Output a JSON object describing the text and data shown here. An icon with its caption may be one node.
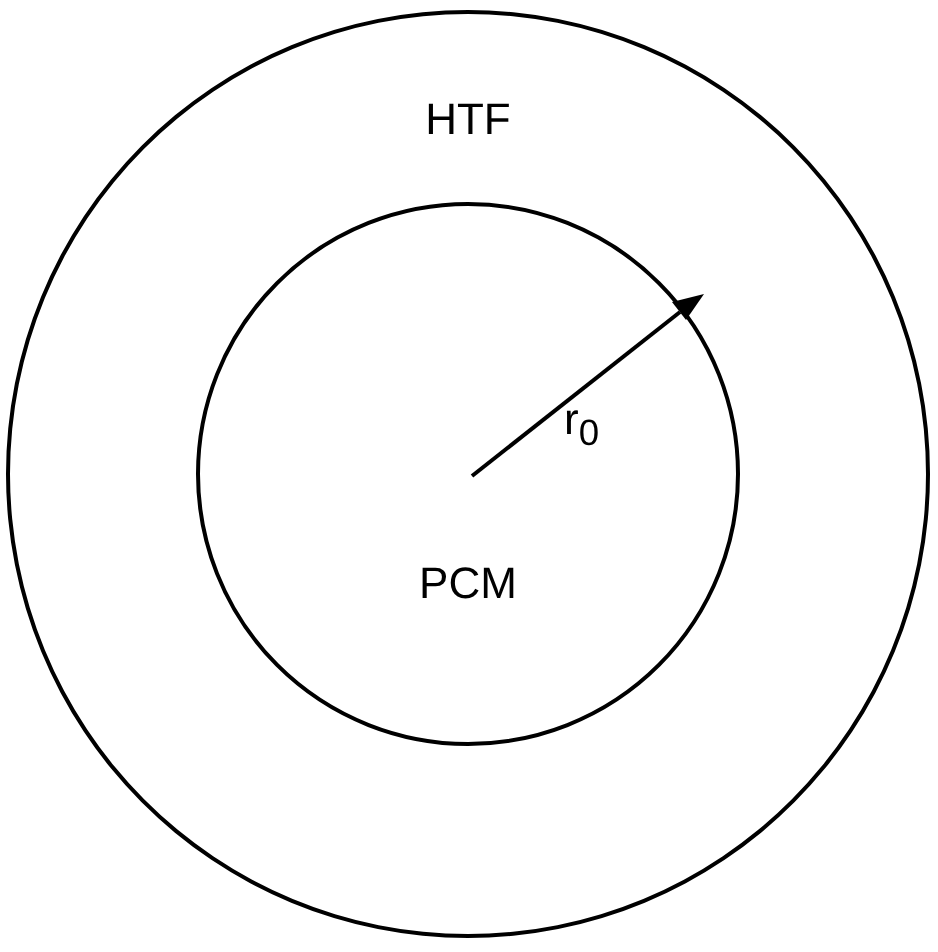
{
  "diagram": {
    "nodes": [
      {
        "text": [
          "HTF"
        ]
      },
      {
        "text": [
          "PCM"
        ],
        "in": 0
      }
    ],
    "labels": [
      "r$_{0}$"
    ]
  }
}
